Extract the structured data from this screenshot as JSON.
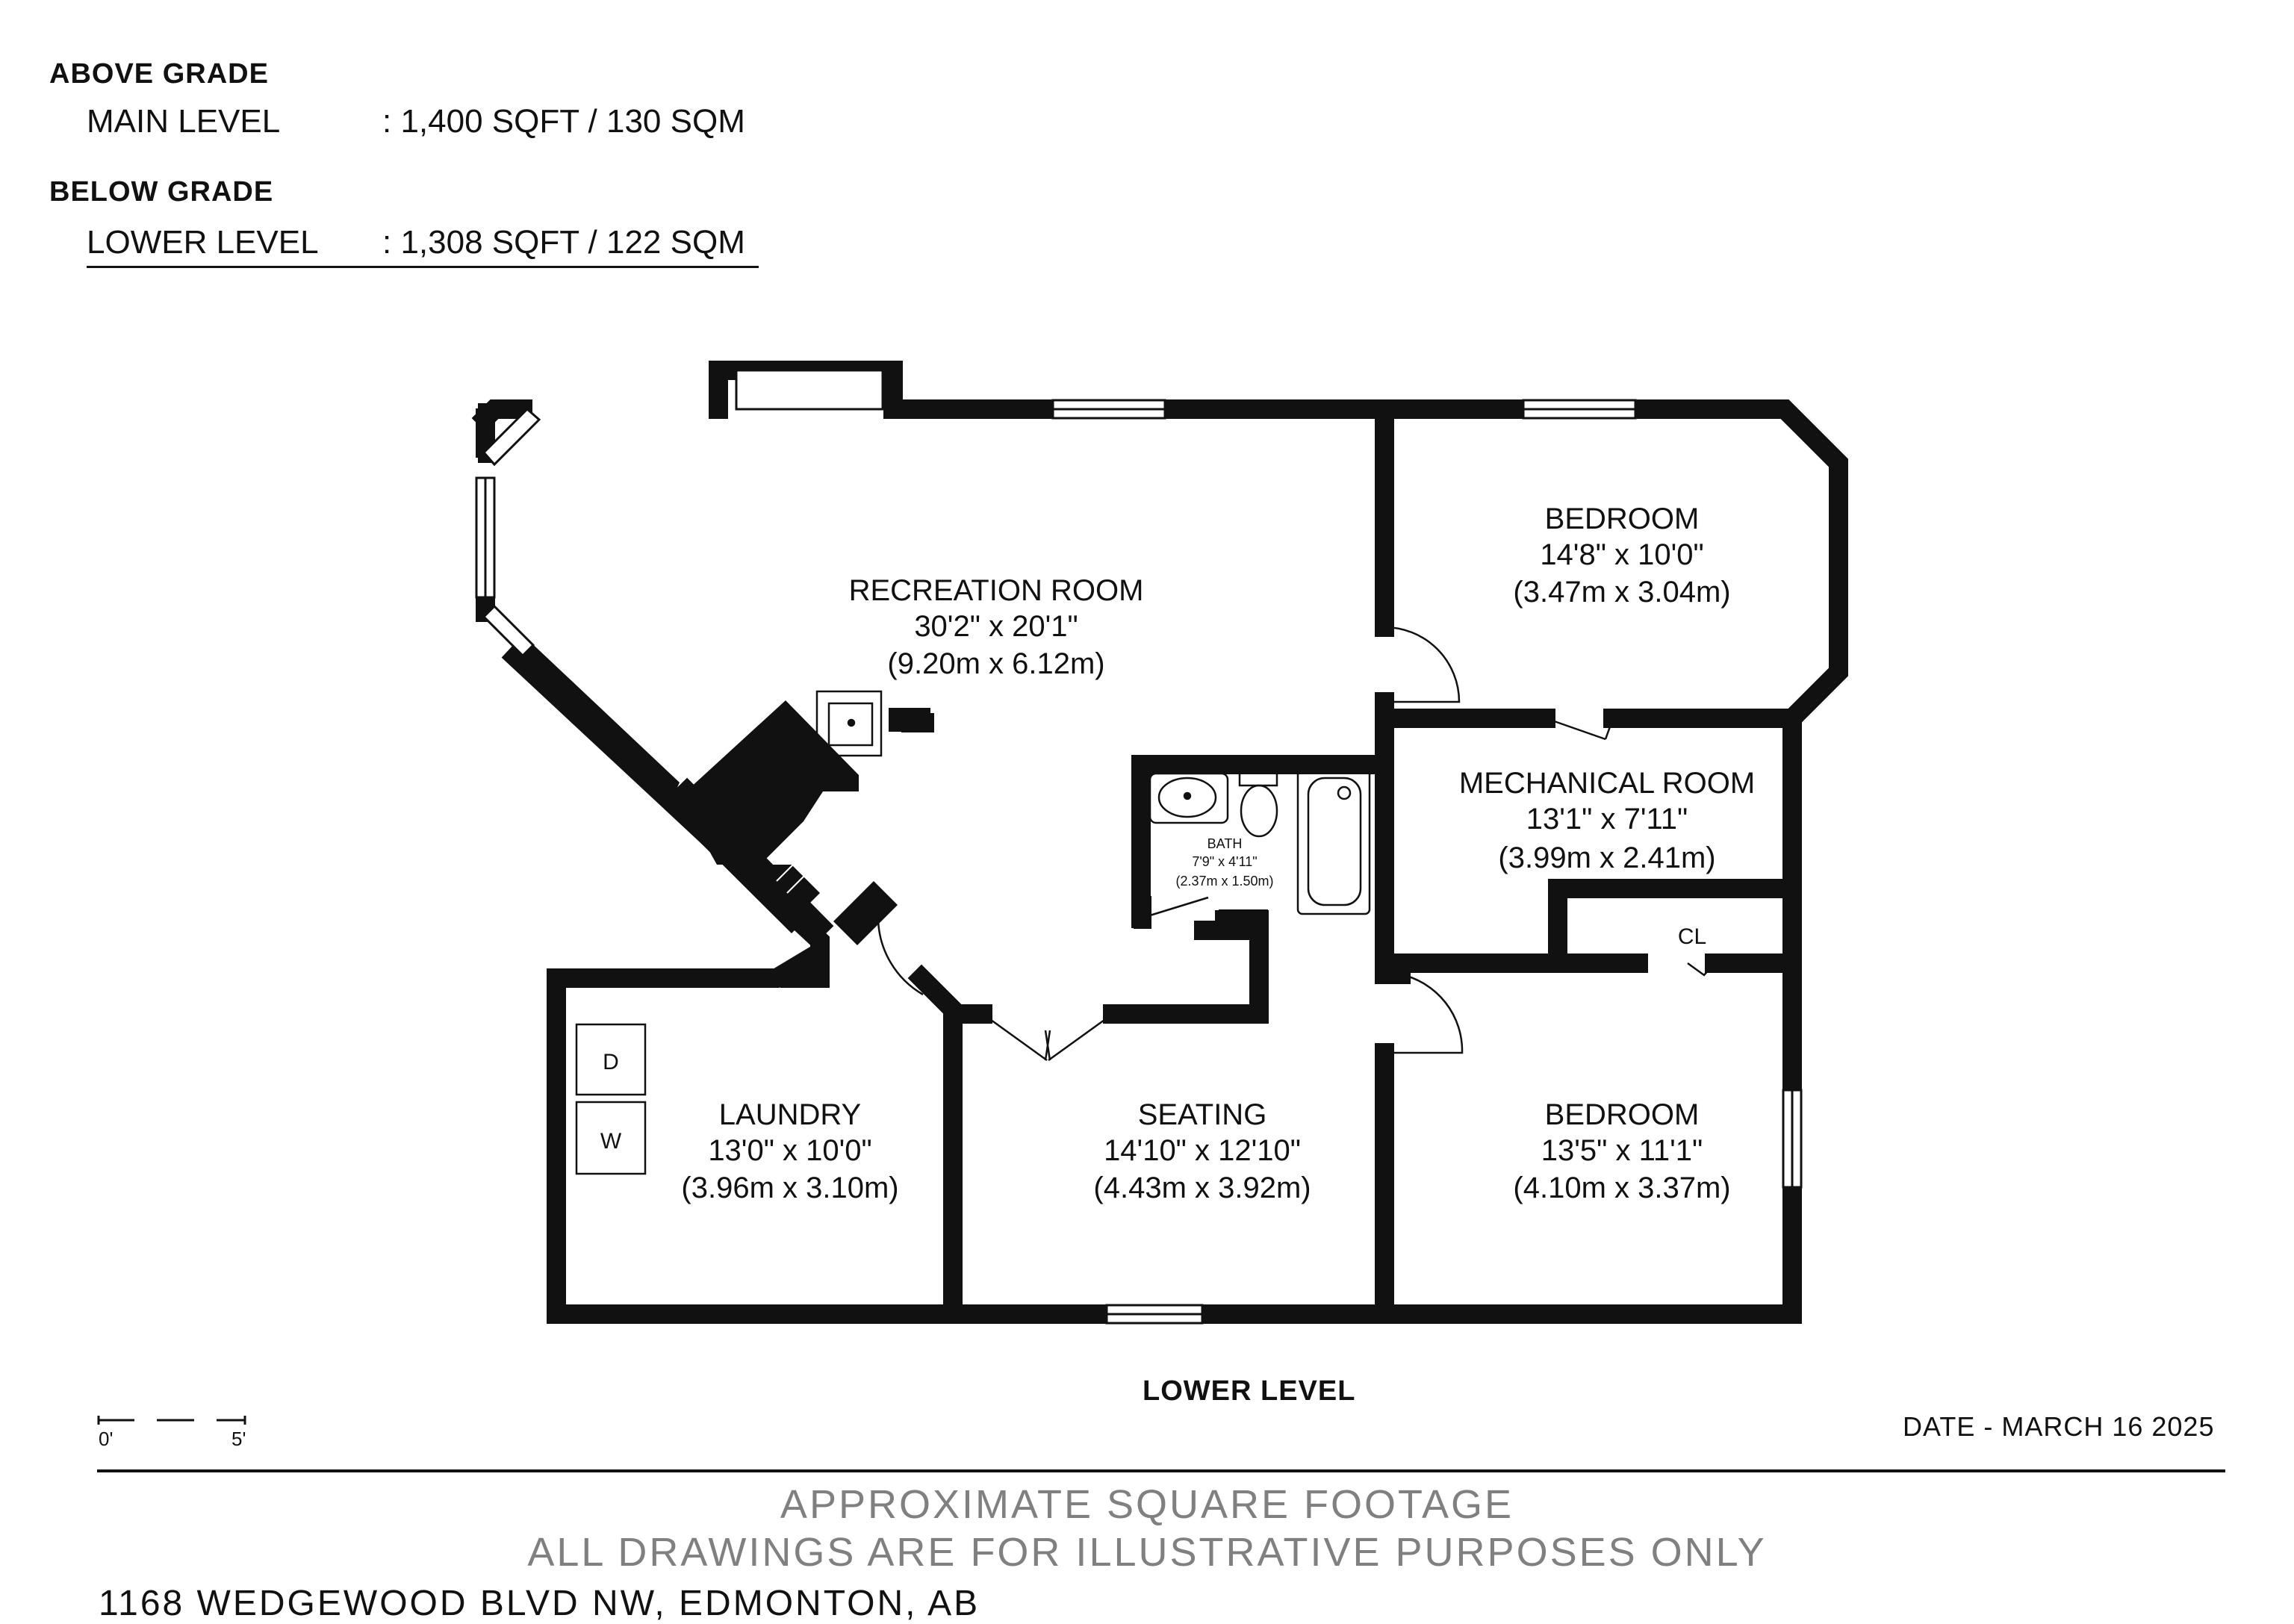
{
  "summary": {
    "above_grade": {
      "heading": "ABOVE GRADE",
      "rows": [
        {
          "label": "MAIN LEVEL",
          "value": ": 1,400 SQFT / 130 SQM"
        }
      ]
    },
    "below_grade": {
      "heading": "BELOW GRADE",
      "rows": [
        {
          "label": "LOWER LEVEL",
          "value": ": 1,308 SQFT / 122 SQM"
        }
      ]
    }
  },
  "rooms": [
    {
      "name": "RECREATION ROOM",
      "dims": "30'2\" x 20'1\"",
      "metric": "(9.20m x 6.12m)"
    },
    {
      "name": "BEDROOM",
      "dims": "14'8\" x 10'0\"",
      "metric": "(3.47m x 3.04m)"
    },
    {
      "name": "MECHANICAL ROOM",
      "dims": "13'1\" x 7'11\"",
      "metric": "(3.99m x 2.41m)"
    },
    {
      "name": "BATH",
      "dims": "7'9\" x 4'11\"",
      "metric": "(2.37m x 1.50m)"
    },
    {
      "name": "LAUNDRY",
      "dims": "13'0\" x 10'0\"",
      "metric": "(3.96m x 3.10m)"
    },
    {
      "name": "SEATING",
      "dims": "14'10\" x 12'10\"",
      "metric": "(4.43m x 3.92m)"
    },
    {
      "name": "BEDROOM",
      "dims": "13'5\" x 11'1\"",
      "metric": "(4.10m x 3.37m)"
    }
  ],
  "fixtures": {
    "closet": "CL",
    "dryer": "D",
    "washer": "W"
  },
  "level_title": "LOWER LEVEL",
  "scale": {
    "start": "0'",
    "end": "5'"
  },
  "date": "DATE - MARCH 16 2025",
  "disclaimer": [
    "APPROXIMATE SQUARE FOOTAGE",
    "ALL DRAWINGS ARE FOR ILLUSTRATIVE PURPOSES ONLY"
  ],
  "address": "1168 WEDGEWOOD BLVD NW, EDMONTON, AB"
}
